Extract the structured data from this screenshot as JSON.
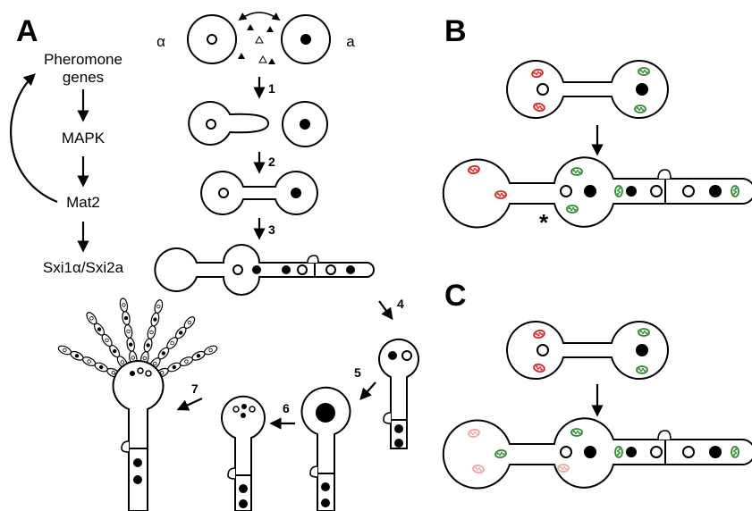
{
  "panels": {
    "a": "A",
    "b": "B",
    "c": "C"
  },
  "pathway": {
    "node1_line1": "Pheromone",
    "node1_line2": "genes",
    "node2": "MAPK",
    "node3": "Mat2",
    "node4": "Sxi1α/Sxi2a"
  },
  "mating_types": {
    "left": "α",
    "right": "a"
  },
  "steps": [
    "1",
    "2",
    "3",
    "4",
    "5",
    "6",
    "7"
  ],
  "asterisk": "*",
  "colors": {
    "alpha_mito": "#e02020",
    "a_mito": "#2e8b2e",
    "faded_alpha_mito": "#f2a6a6",
    "ink": "#000000"
  },
  "icons": [
    "alpha-nucleus-icon",
    "a-nucleus-icon",
    "pheromone-triangle-icon",
    "mitochondrion-icon",
    "clamp-connection-icon"
  ]
}
